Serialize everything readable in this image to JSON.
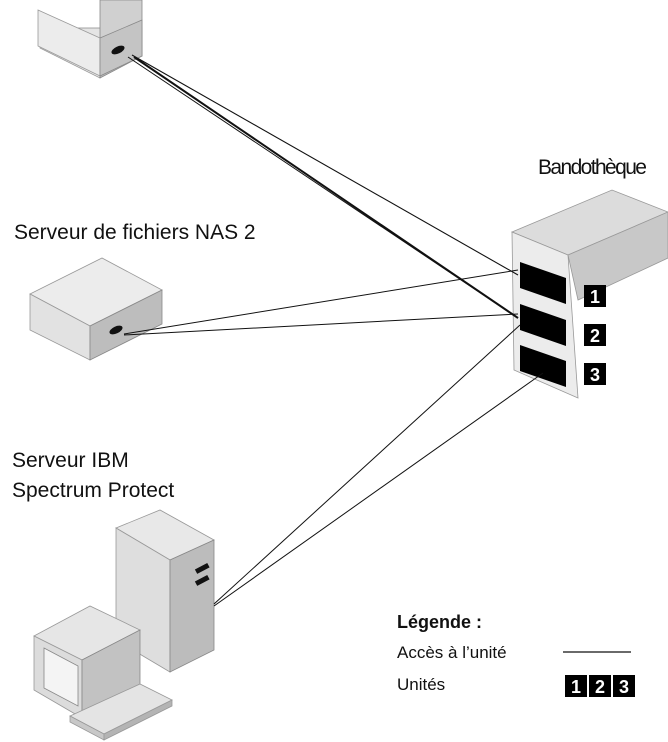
{
  "diagram": {
    "library_label": "Bandothèque",
    "nas2_label": "Serveur de fichiers NAS 2",
    "ibm_label_line1": "Serveur IBM",
    "ibm_label_line2": "Spectrum Protect",
    "drives": [
      "1",
      "2",
      "3"
    ]
  },
  "legend": {
    "title": "Légende :",
    "access_label": "Accès à l’unité",
    "drives_label": "Unités",
    "drive_numbers": [
      "1",
      "2",
      "3"
    ]
  },
  "colors": {
    "lines": "#111111",
    "device_gray": "#d8d8d8",
    "device_dark": "#a8a8a8",
    "drive_black": "#000000"
  }
}
